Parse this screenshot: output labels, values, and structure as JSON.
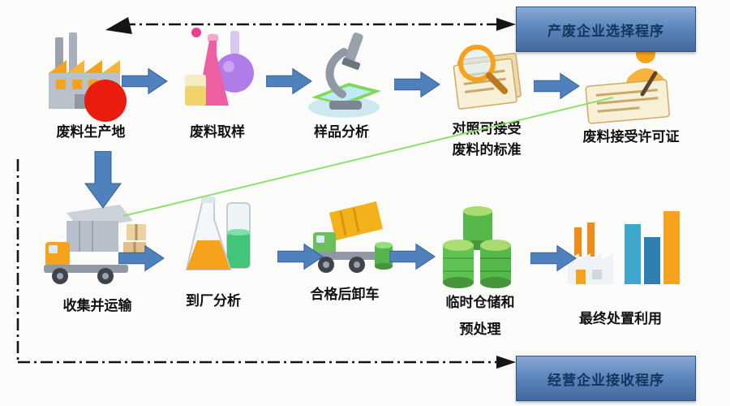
{
  "diagram": {
    "title_hint": "hazardous waste acceptance flow",
    "top_banner": "产废企业选择程序",
    "bottom_banner": "经营企业接收程序",
    "top_steps": [
      {
        "label": "废料生产地",
        "icon": "factory-icon"
      },
      {
        "label": "废料取样",
        "icon": "sampling-flasks-icon"
      },
      {
        "label": "样品分析",
        "icon": "microscope-icon"
      },
      {
        "label": "对照可接受\n废料的标准",
        "icon": "standards-check-icon"
      },
      {
        "label": "废料接受许可证",
        "icon": "permit-signing-icon"
      }
    ],
    "bottom_steps": [
      {
        "label": "收集并运输",
        "icon": "transport-truck-icon"
      },
      {
        "label": "到厂分析",
        "icon": "plant-analysis-flasks-icon"
      },
      {
        "label": "合格后卸车",
        "icon": "unloading-truck-icon"
      },
      {
        "label": "临时仓储和\n预处理",
        "icon": "storage-drums-icon"
      },
      {
        "label": "最终处置利用",
        "icon": "final-disposal-factory-icon"
      }
    ],
    "colors": {
      "arrow_blue": "#4f81bd",
      "banner_blue": "#5d88bd",
      "banner_text": "#12355e",
      "dash_line": "#151515",
      "connector_green": "#8de06e",
      "highlight_red": "#ea1c0d"
    }
  }
}
